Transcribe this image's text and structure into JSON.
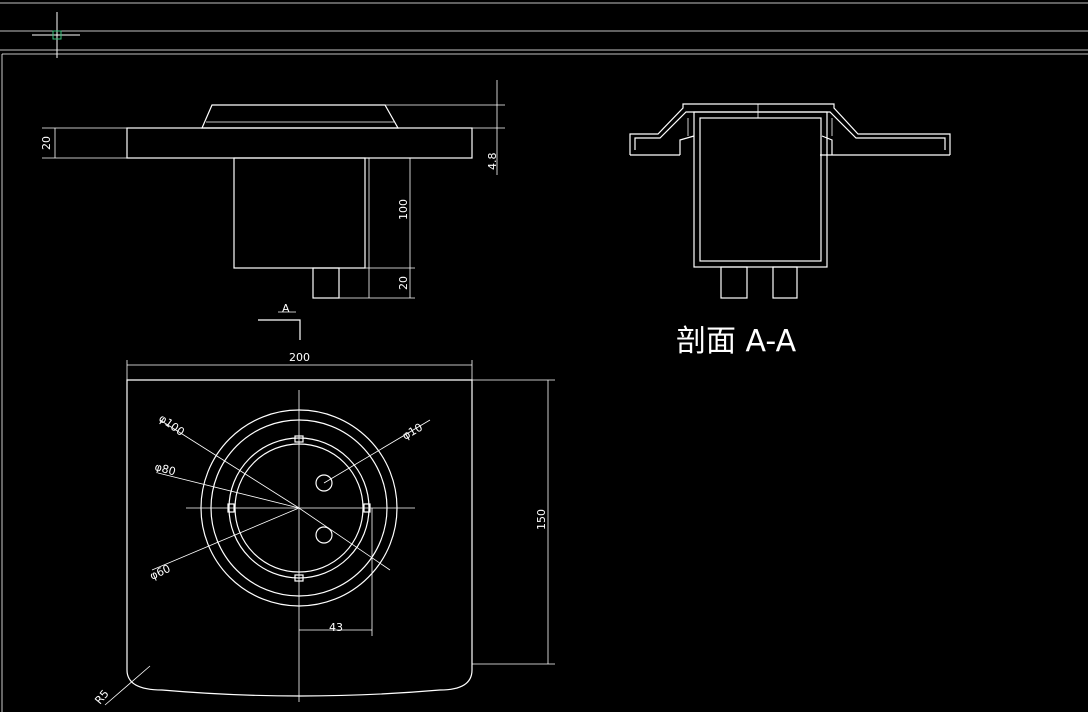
{
  "section_title": "剖面 A-A",
  "section_marker": "A",
  "dimensions": {
    "flange_thickness": "20",
    "lip_height": "4.8",
    "body_height": "100",
    "outlet_length": "20",
    "overall_width": "200",
    "overall_depth": "150",
    "dia_100": "φ100",
    "dia_80": "φ80",
    "dia_60": "φ60",
    "dia_10": "φ10",
    "spacing_43": "43",
    "corner_radius": "R5"
  },
  "colors": {
    "background": "#000000",
    "linework": "#ffffff",
    "cursor_box": "#39c07a"
  }
}
